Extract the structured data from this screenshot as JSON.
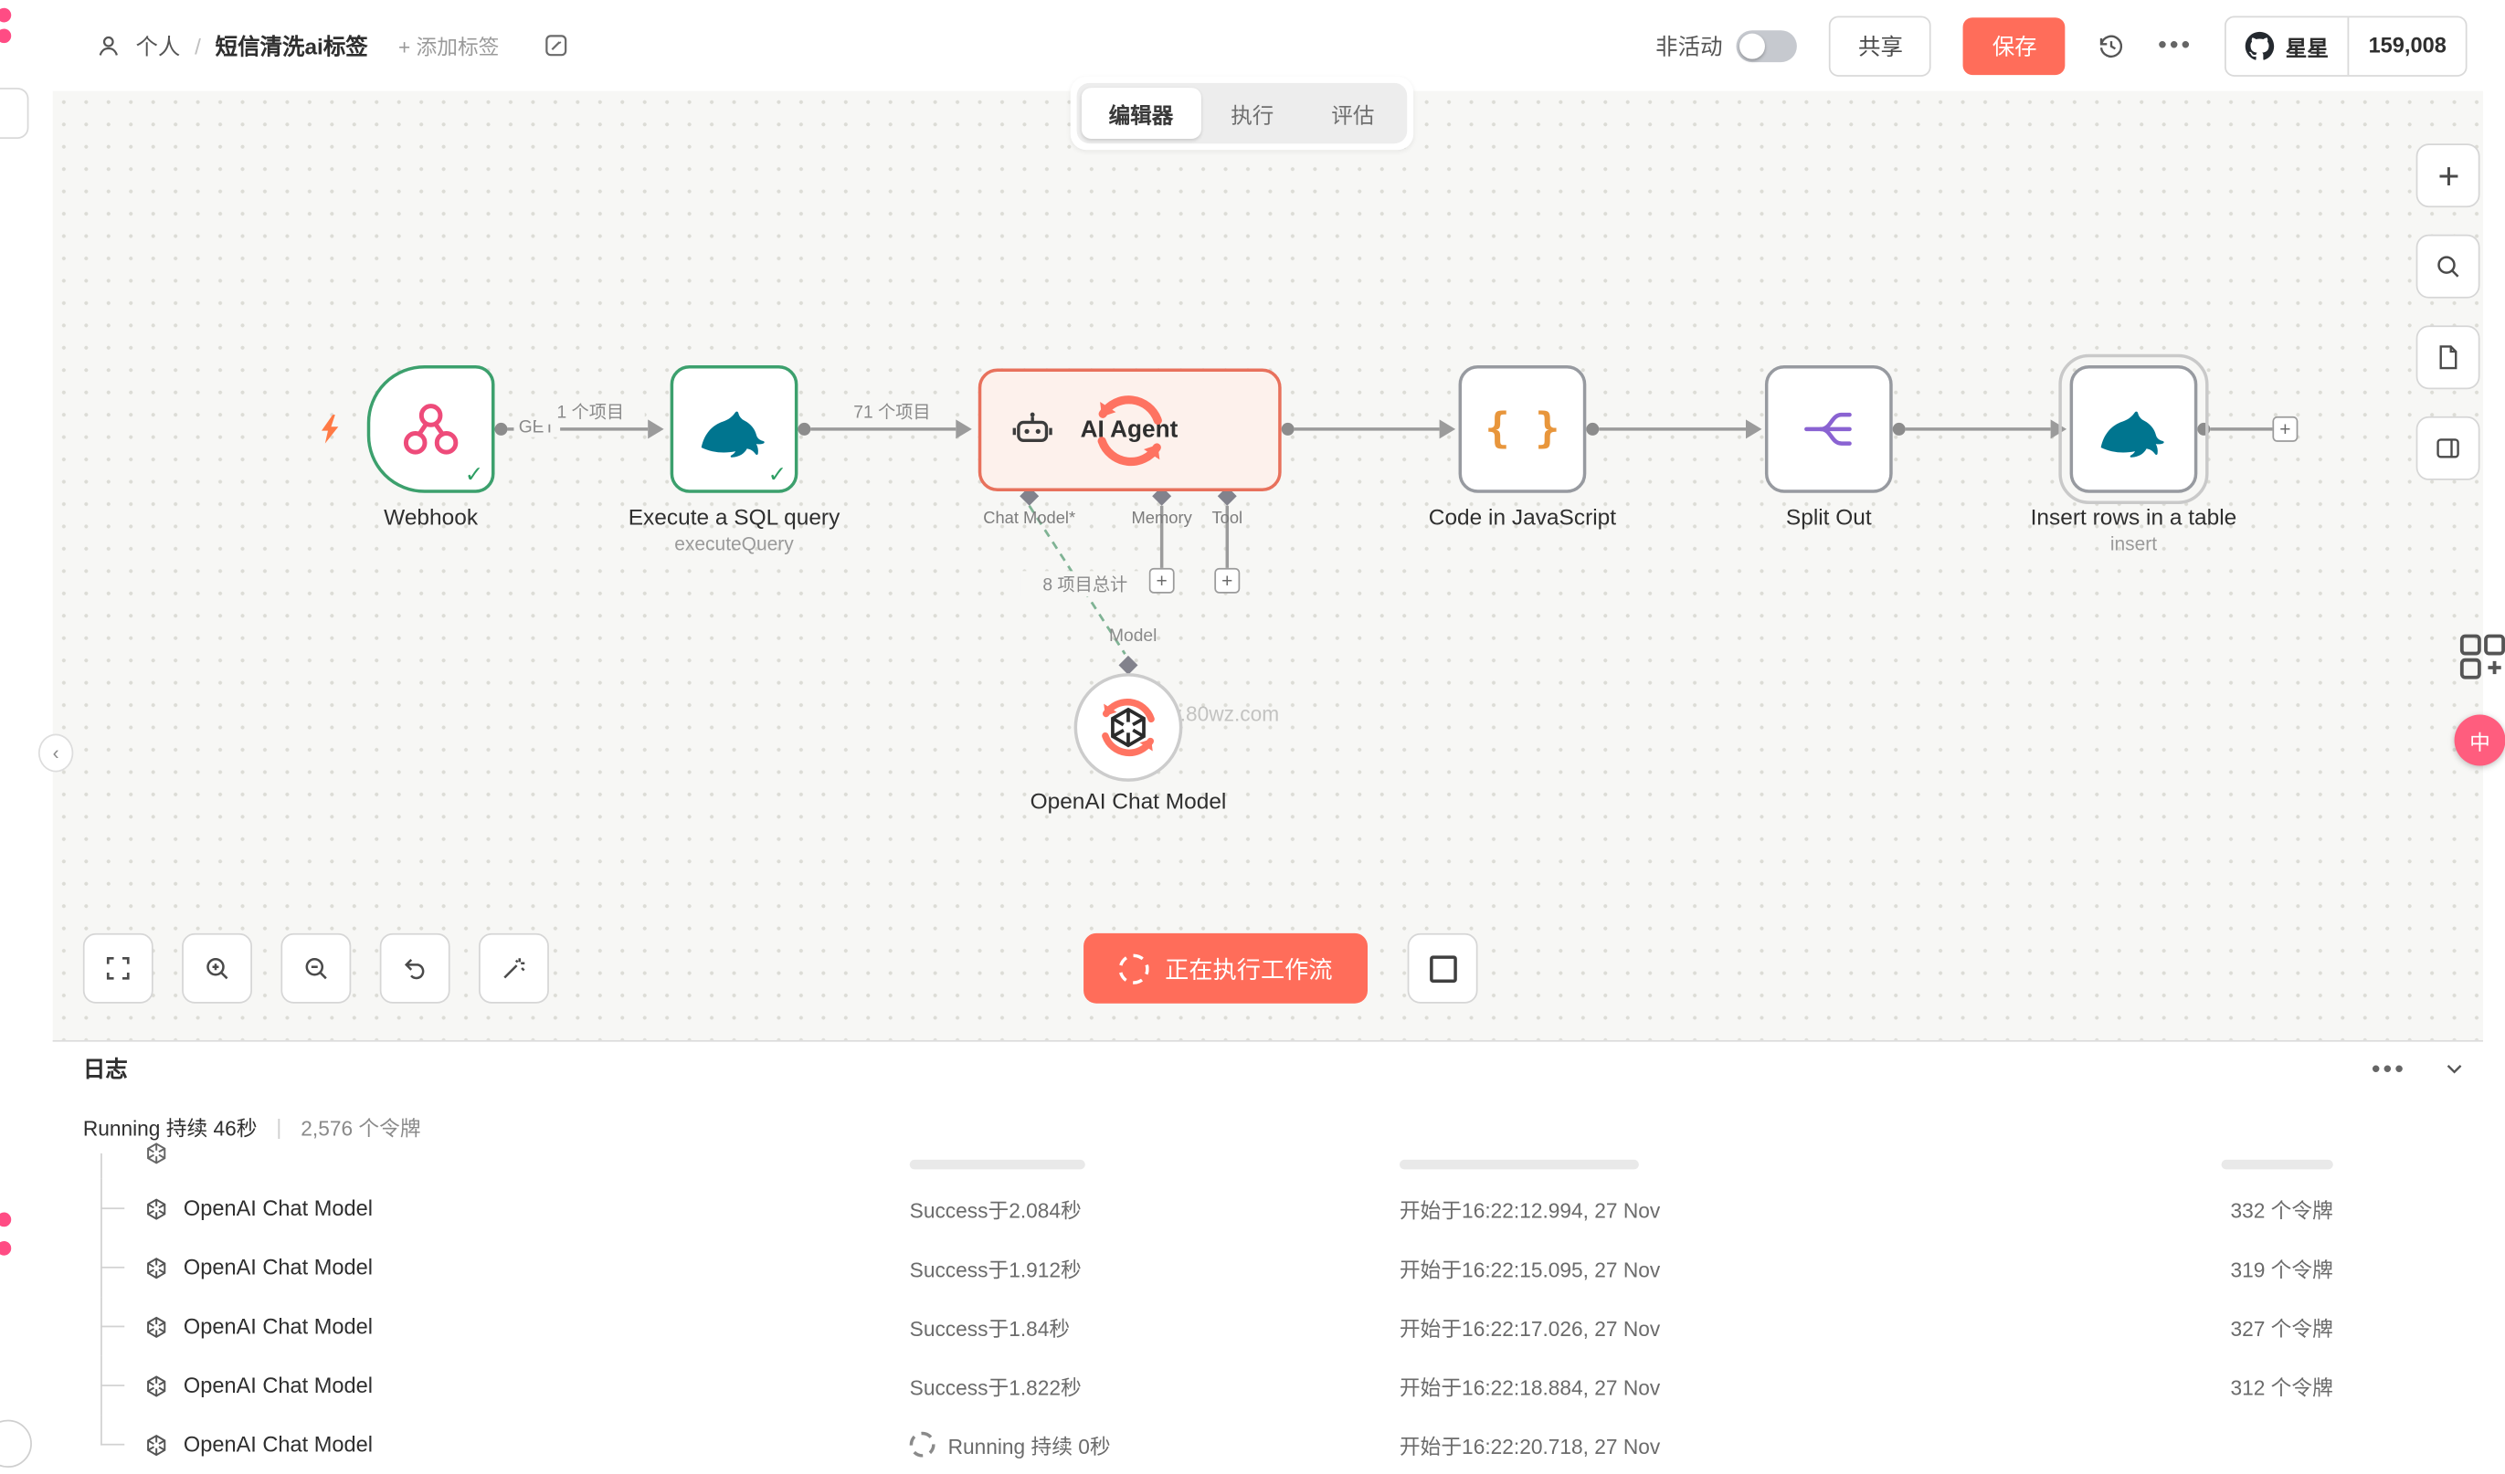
{
  "header": {
    "owner": "个人",
    "breadcrumb_sep": "/",
    "title": "短信清洗ai标签",
    "add_tag": "+ 添加标签",
    "inactive_label": "非活动",
    "share": "共享",
    "save": "保存",
    "stars_label": "星星",
    "stars_count": "159,008"
  },
  "tabs": {
    "editor": "编辑器",
    "executions": "执行",
    "evaluations": "评估"
  },
  "nodes": {
    "webhook": {
      "label": "Webhook",
      "method": "GET"
    },
    "sql": {
      "label": "Execute a SQL query",
      "operation": "executeQuery"
    },
    "agent": {
      "label": "AI Agent",
      "port_chat_model": "Chat Model*",
      "port_memory": "Memory",
      "port_tool": "Tool"
    },
    "openai": {
      "label": "OpenAI Chat Model",
      "port_model": "Model"
    },
    "code": {
      "label": "Code in JavaScript"
    },
    "split": {
      "label": "Split Out"
    },
    "insert": {
      "label": "Insert rows in a table",
      "operation": "insert"
    }
  },
  "edges": {
    "webhook_to_sql": "1 个项目",
    "sql_to_agent": "71 个项目",
    "chatmodel_to_openai": "8 项目总计"
  },
  "canvas_actions": {
    "executing": "正在执行工作流"
  },
  "logs": {
    "title": "日志",
    "running_status": "Running 持续 46秒",
    "tokens_total": "2,576 个令牌",
    "rows": [
      {
        "name": "OpenAI Chat Model",
        "status": "Success于2.084秒",
        "started": "开始于16:22:12.994, 27 Nov",
        "tokens": "332 个令牌"
      },
      {
        "name": "OpenAI Chat Model",
        "status": "Success于1.912秒",
        "started": "开始于16:22:15.095, 27 Nov",
        "tokens": "319 个令牌"
      },
      {
        "name": "OpenAI Chat Model",
        "status": "Success于1.84秒",
        "started": "开始于16:22:17.026, 27 Nov",
        "tokens": "327 个令牌"
      },
      {
        "name": "OpenAI Chat Model",
        "status": "Success于1.822秒",
        "started": "开始于16:22:18.884, 27 Nov",
        "tokens": "312 个令牌"
      },
      {
        "name": "OpenAI Chat Model",
        "status": "Running 持续 0秒",
        "started": "开始于16:22:20.718, 27 Nov",
        "tokens": ""
      }
    ]
  },
  "watermark": "www.80wz.com",
  "colors": {
    "primary": "#ff6d5a",
    "success": "#2f9e63",
    "running_node_bg": "#fdf1ec",
    "webhook_icon": "#ee4b7a",
    "mysql_icon": "#00758f",
    "split_icon": "#8a63d2",
    "code_icon": "#e8963c"
  }
}
